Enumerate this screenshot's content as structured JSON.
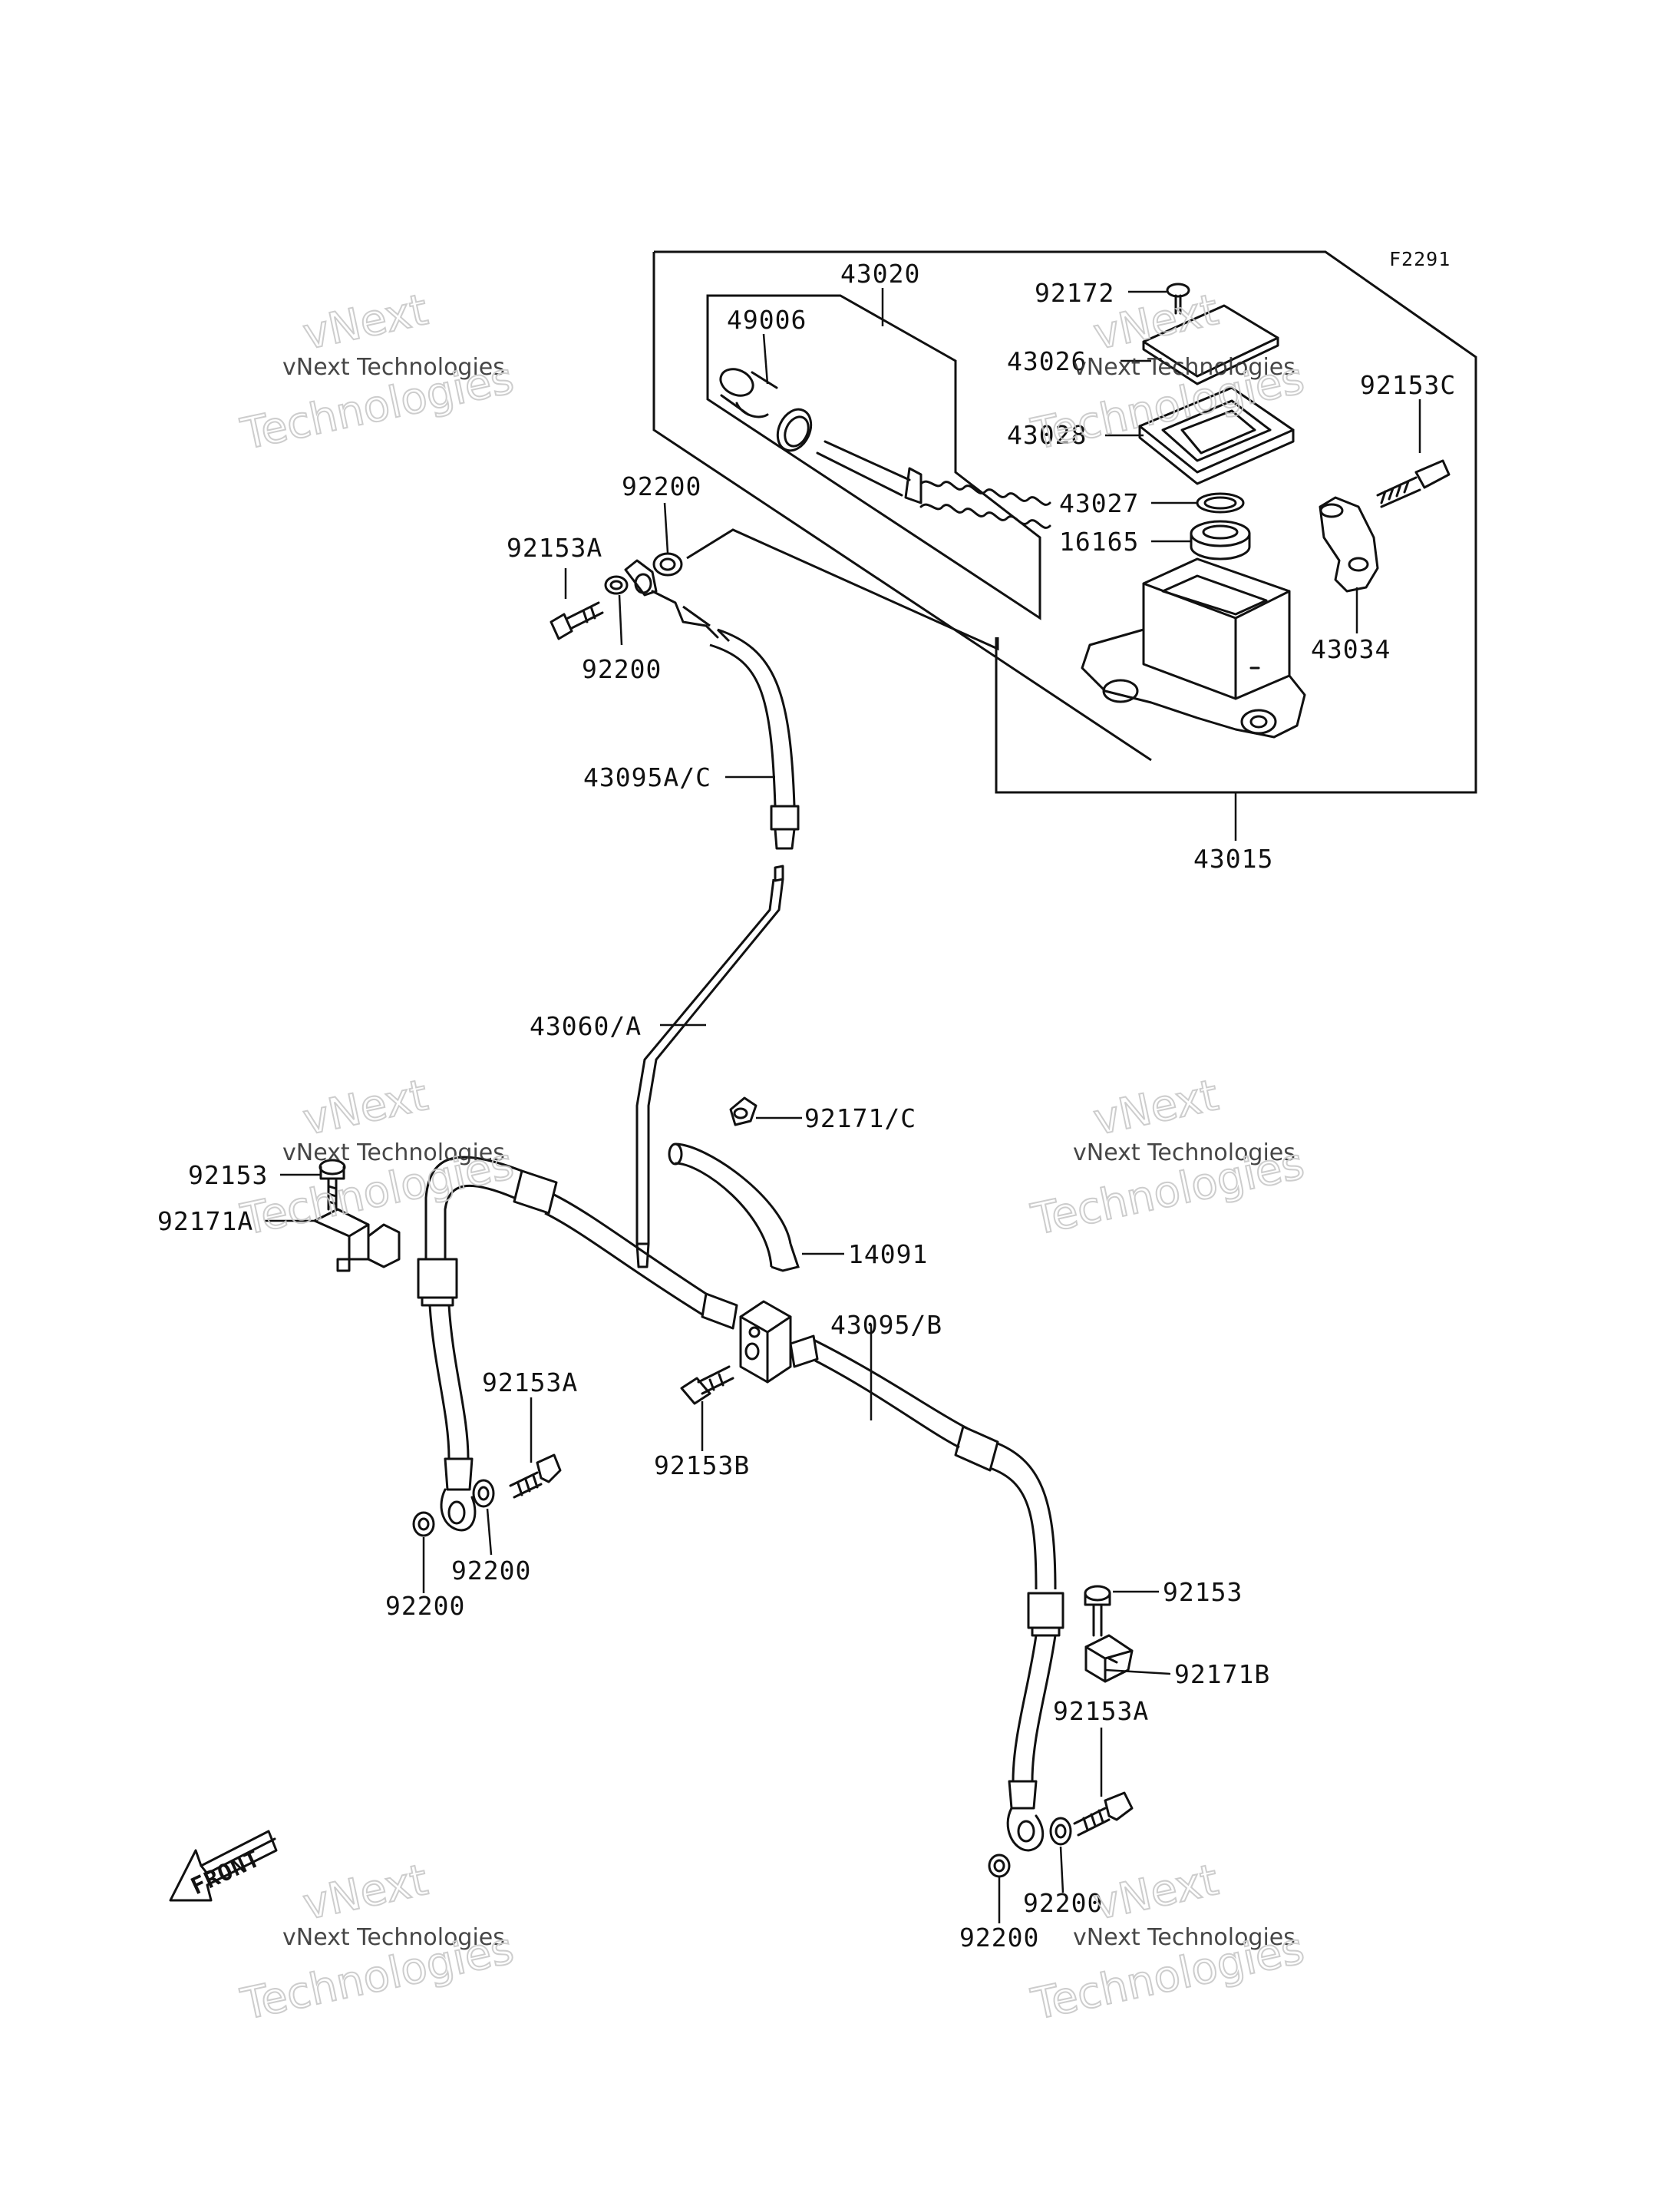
{
  "figure_code": "F2291",
  "front_label": "FRONT",
  "watermark": {
    "line1": "vNext Technologies",
    "line2": "vNext",
    "line3": "Technologies"
  },
  "labels": {
    "p43020": "43020",
    "p49006": "49006",
    "p92172": "92172",
    "p43026": "43026",
    "p43028": "43028",
    "p43027": "43027",
    "p16165": "16165",
    "p92153C": "92153C",
    "p43034": "43034",
    "p92200_top": "92200",
    "p92153A_top": "92153A",
    "p92200_top2": "92200",
    "p43095AC": "43095A/C",
    "p43015": "43015",
    "p43060A": "43060/A",
    "p92171C": "92171/C",
    "p92153_left": "92153",
    "p92171A": "92171A",
    "p14091": "14091",
    "p43095B": "43095/B",
    "p92153A_mid": "92153A",
    "p92153B": "92153B",
    "p92200_mid": "92200",
    "p92200_left": "92200",
    "p92153_right": "92153",
    "p92171B": "92171B",
    "p92153A_right": "92153A",
    "p92200_r1": "92200",
    "p92200_r2": "92200"
  }
}
